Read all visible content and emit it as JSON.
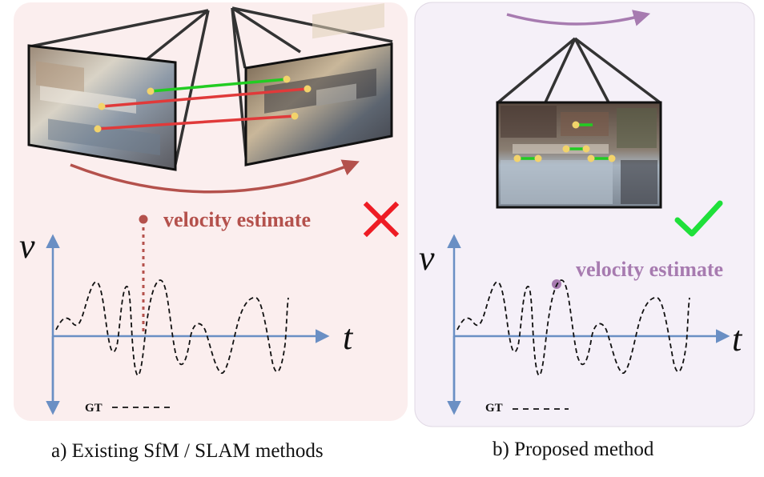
{
  "panels": {
    "left": {
      "velocity_label": "velocity estimate",
      "y_axis": "v",
      "x_axis": "t",
      "legend": "GT",
      "caption": "a) Existing SfM / SLAM methods",
      "verdict": "cross",
      "label_color": "#b4514c",
      "arrow_color": "#b4514c",
      "bg_color": "#fbeeee",
      "verdict_color": "#ee1c24"
    },
    "right": {
      "velocity_label": "velocity estimate",
      "y_axis": "v",
      "x_axis": "t",
      "legend": "GT",
      "caption": "b) Proposed method",
      "verdict": "check",
      "label_color": "#a77bb0",
      "arrow_color": "#a77bb0",
      "bg_color": "#f5f0f8",
      "verdict_color": "#1fe03a"
    }
  },
  "colors": {
    "axis": "#6a8fc4",
    "match_good": "#22cc22",
    "match_bad": "#e03a3a",
    "keypoint": "#f2d36b",
    "camera": "#333333"
  }
}
